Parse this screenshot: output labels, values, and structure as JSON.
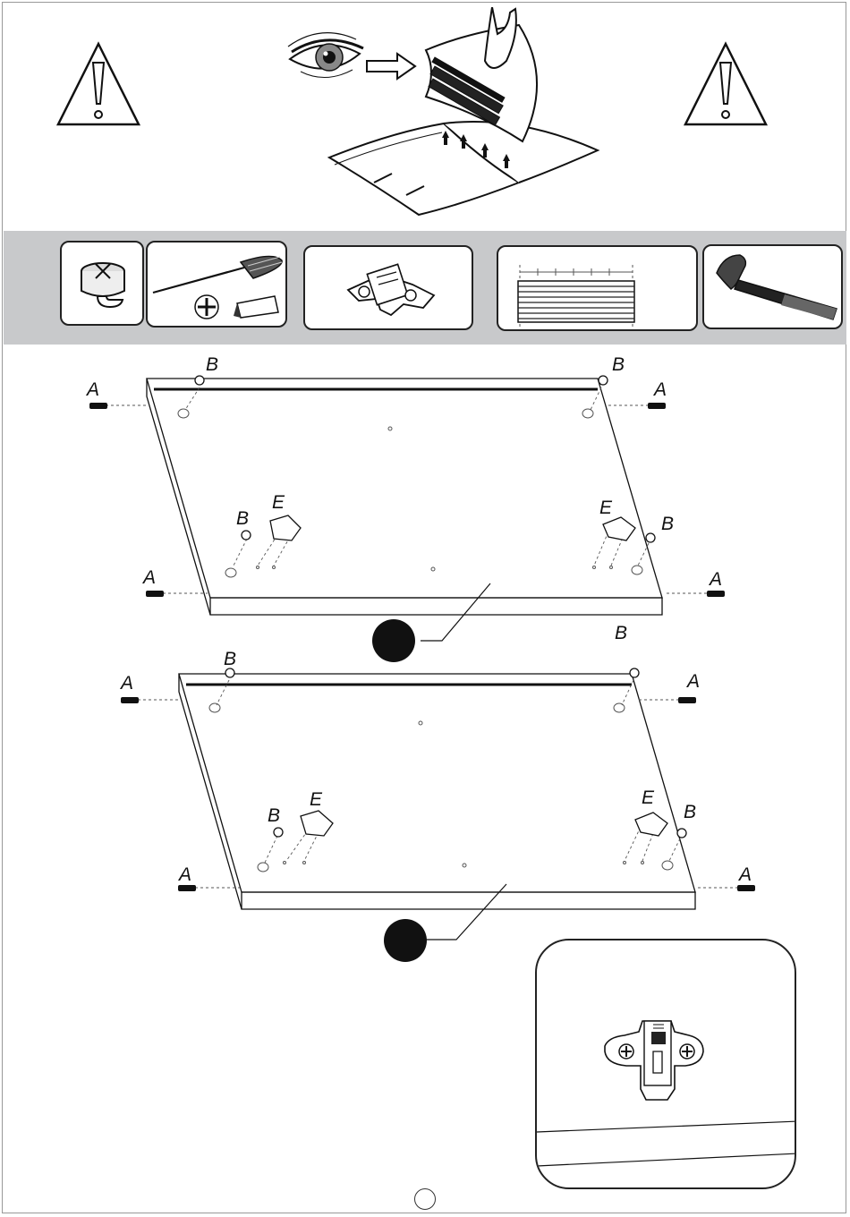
{
  "labels": {
    "dowel": "A",
    "cam_bolt": "B",
    "hinge_plate": "E"
  },
  "stray_label": "B",
  "icons": {
    "warning_left": "warning-triangle-icon",
    "warning_right": "warning-triangle-icon",
    "instruction": "read-instructions-icon",
    "tools": [
      "cam-lock-icon",
      "screwdriver-icon",
      "hinge-plate-icon",
      "ruler-measure-icon",
      "hammer-icon"
    ]
  },
  "colors": {
    "band": "#c8c9cb",
    "ink": "#111111"
  }
}
